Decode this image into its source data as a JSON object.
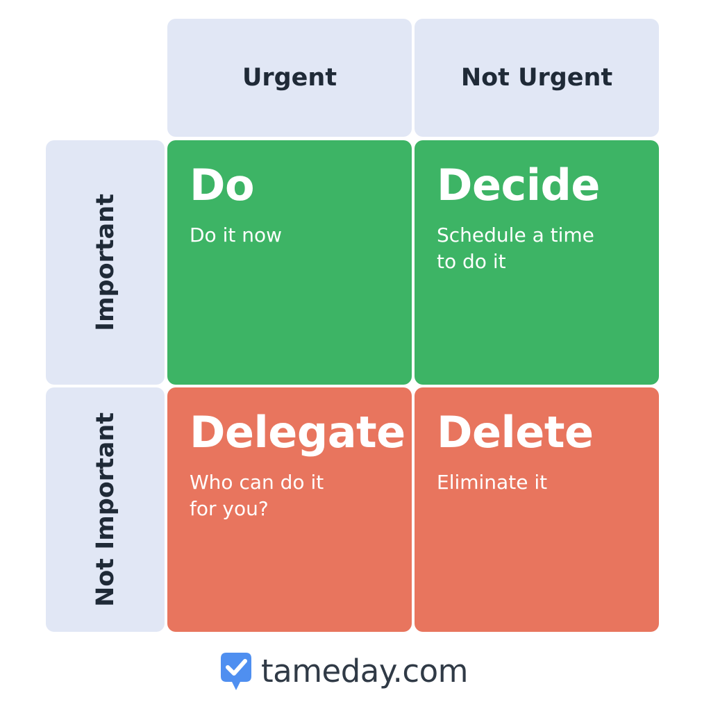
{
  "columns": {
    "urgent": "Urgent",
    "not_urgent": "Not Urgent"
  },
  "rows": {
    "important": "Important",
    "not_important": "Not Important"
  },
  "quadrants": {
    "do": {
      "title": "Do",
      "subtitle": "Do it now"
    },
    "decide": {
      "title": "Decide",
      "subtitle": "Schedule a time to do it"
    },
    "delegate": {
      "title": "Delegate",
      "subtitle": "Who can do it for you?"
    },
    "delete": {
      "title": "Delete",
      "subtitle": "Eliminate it"
    }
  },
  "footer": {
    "brand": "tameday.com",
    "logo_icon": "checkmark-speech-bubble-icon"
  },
  "colors": {
    "header_bg": "#e1e7f5",
    "green": "#3db465",
    "red": "#e8755e",
    "logo_blue": "#4f8ff0",
    "text_dark": "#1f2a37"
  }
}
